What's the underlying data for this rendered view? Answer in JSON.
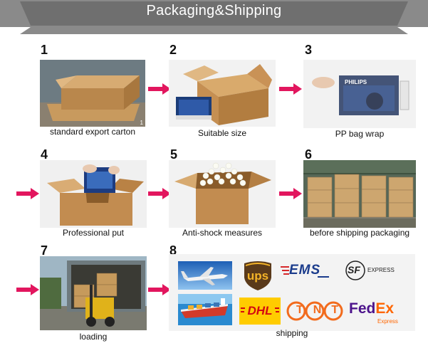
{
  "header": {
    "title": "Packaging&Shipping"
  },
  "steps": [
    {
      "number": "1",
      "caption": "standard export carton",
      "badge": "1"
    },
    {
      "number": "2",
      "caption": "Suitable size"
    },
    {
      "number": "3",
      "caption": "PP bag wrap",
      "brand": "PHILIPS"
    },
    {
      "number": "4",
      "caption": "Professional put"
    },
    {
      "number": "5",
      "caption": "Anti-shock measures"
    },
    {
      "number": "6",
      "caption": "before shipping packaging"
    },
    {
      "number": "7",
      "caption": "loading"
    },
    {
      "number": "8",
      "caption": "shipping"
    }
  ],
  "carriers": {
    "ups": "ups",
    "ems": "EMS",
    "sf": "SF",
    "sf_express": "EXPRESS",
    "dhl": "DHL",
    "tnt": "TNT",
    "fedex_fed": "Fed",
    "fedex_ex": "Ex",
    "fedex_express": "Express"
  },
  "colors": {
    "banner": "#6f6f6f",
    "arrow": "#e2165e",
    "cardboard": "#c89a5e"
  }
}
